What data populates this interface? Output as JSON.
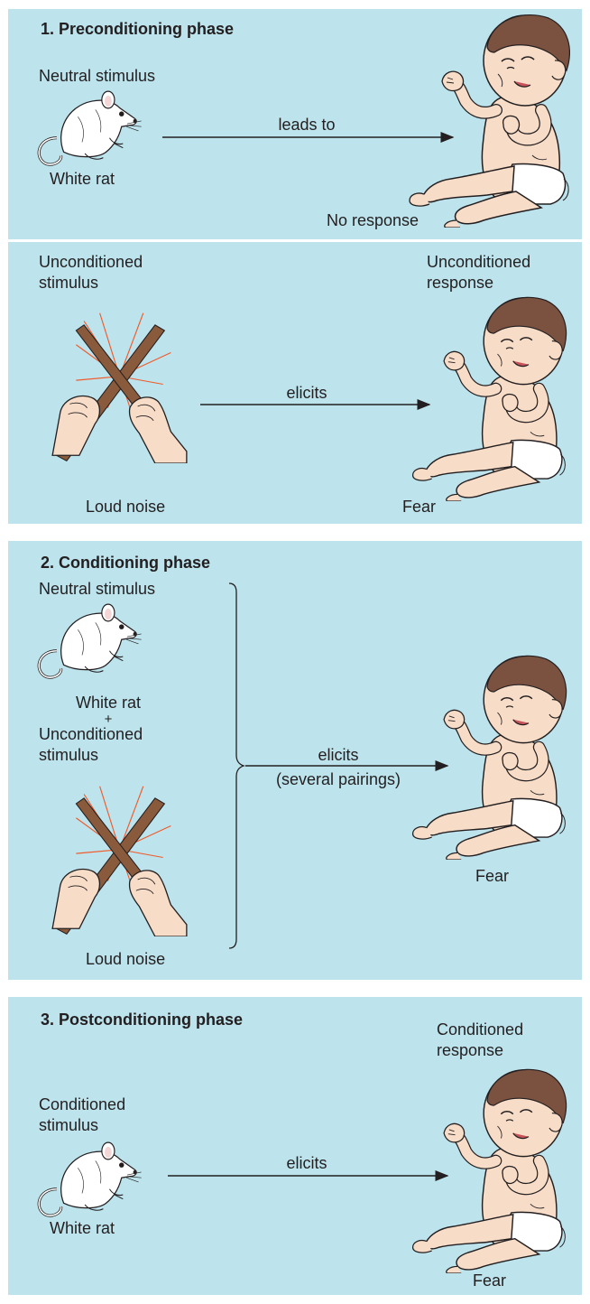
{
  "phase1": {
    "title": "1. Preconditioning phase",
    "stimulus_label": "Neutral stimulus",
    "stimulus_name": "White rat",
    "arrow_label": "leads to",
    "response_name": "No response",
    "us_label_line1": "Unconditioned",
    "us_label_line2": "stimulus",
    "ur_label_line1": "Unconditioned",
    "ur_label_line2": "response",
    "us_name": "Loud noise",
    "arrow2_label": "elicits",
    "ur_name": "Fear"
  },
  "phase2": {
    "title": "2. Conditioning phase",
    "stimulus_label": "Neutral stimulus",
    "stimulus_name": "White rat",
    "plus": "+",
    "us_label_line1": "Unconditioned",
    "us_label_line2": "stimulus",
    "us_name": "Loud noise",
    "arrow_label_line1": "elicits",
    "arrow_label_line2": "(several pairings)",
    "response_name": "Fear"
  },
  "phase3": {
    "title": "3. Postconditioning phase",
    "cr_label_line1": "Conditioned",
    "cr_label_line2": "response",
    "cs_label_line1": "Conditioned",
    "cs_label_line2": "stimulus",
    "stimulus_name": "White rat",
    "arrow_label": "elicits",
    "response_name": "Fear"
  },
  "colors": {
    "panel_bg": "#bde3ec",
    "text": "#231f20",
    "skin": "#f7dcc7",
    "hair": "#7b5140",
    "stick": "#8a5a3c",
    "spark": "#f15a29"
  }
}
